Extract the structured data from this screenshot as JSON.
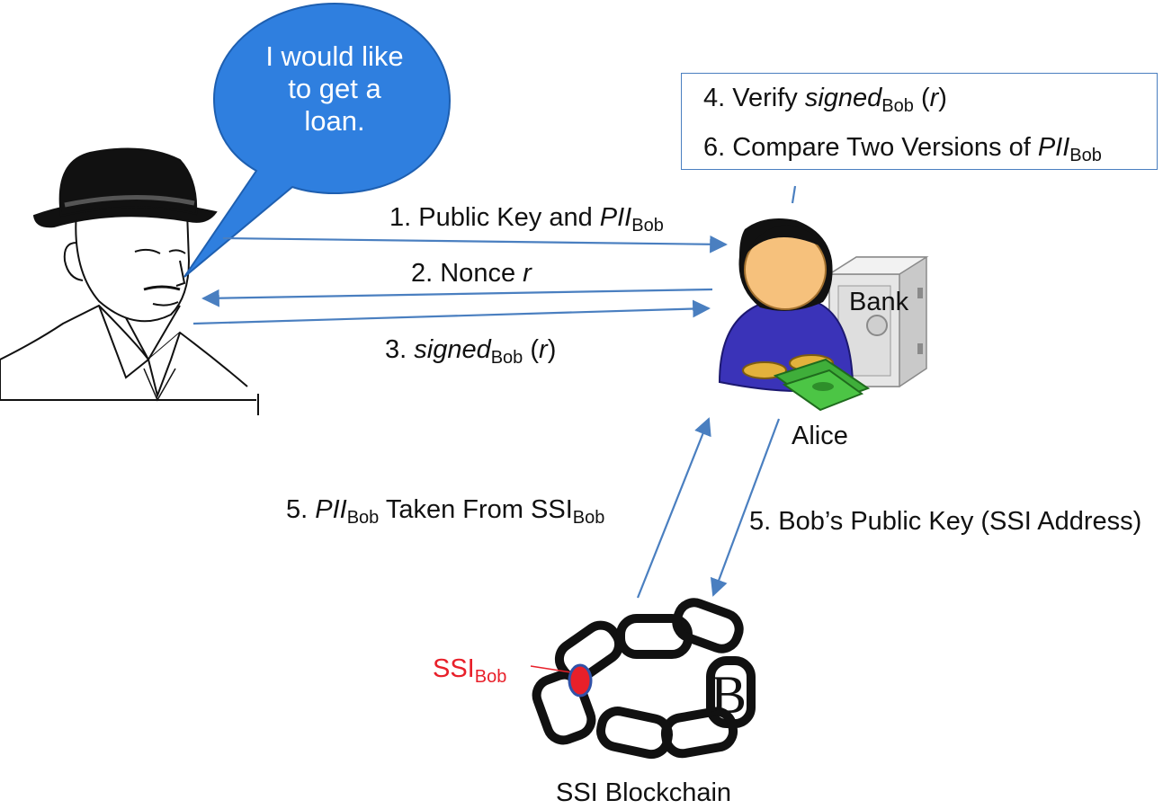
{
  "speech_bubble": {
    "lines": [
      "I would like",
      "to get a",
      "loan."
    ]
  },
  "verify_box": {
    "step4": {
      "prefix": "4. Verify ",
      "italic": "signed",
      "sub": "Bob",
      "suffix": " (",
      "var": "r",
      "end": ")"
    },
    "step6": {
      "prefix": "6. Compare Two Versions of ",
      "italic": "PII",
      "sub": "Bob"
    }
  },
  "arrows": {
    "step1": {
      "prefix": "1. Public Key and ",
      "italic": "PII",
      "sub": "Bob"
    },
    "step2": {
      "prefix": "2. Nonce ",
      "italic": "r"
    },
    "step3": {
      "prefix": "3. ",
      "italic": "signed",
      "sub": "Bob",
      "mid": " (",
      "var": "r",
      "end": ")"
    },
    "step5_left": {
      "prefix": "5. ",
      "italic": "PII",
      "sub1": "Bob",
      "mid": " Taken From SSI",
      "sub2": "Bob"
    },
    "step5_right": {
      "text": "5. Bob’s Public Key (SSI Address)"
    }
  },
  "bank_label": "Bank",
  "alice_label": "Alice",
  "ssi_marker": {
    "text": "SSI",
    "sub": "Bob"
  },
  "blockchain_label": "SSI Blockchain",
  "blockchain_symbol": "B",
  "colors": {
    "arrow": "#4a7fc0",
    "bubble": "#2f7fdf",
    "ssi_marker": "#e8202a",
    "alice_shirt": "#3a33b8",
    "money": "#3fae3a"
  }
}
